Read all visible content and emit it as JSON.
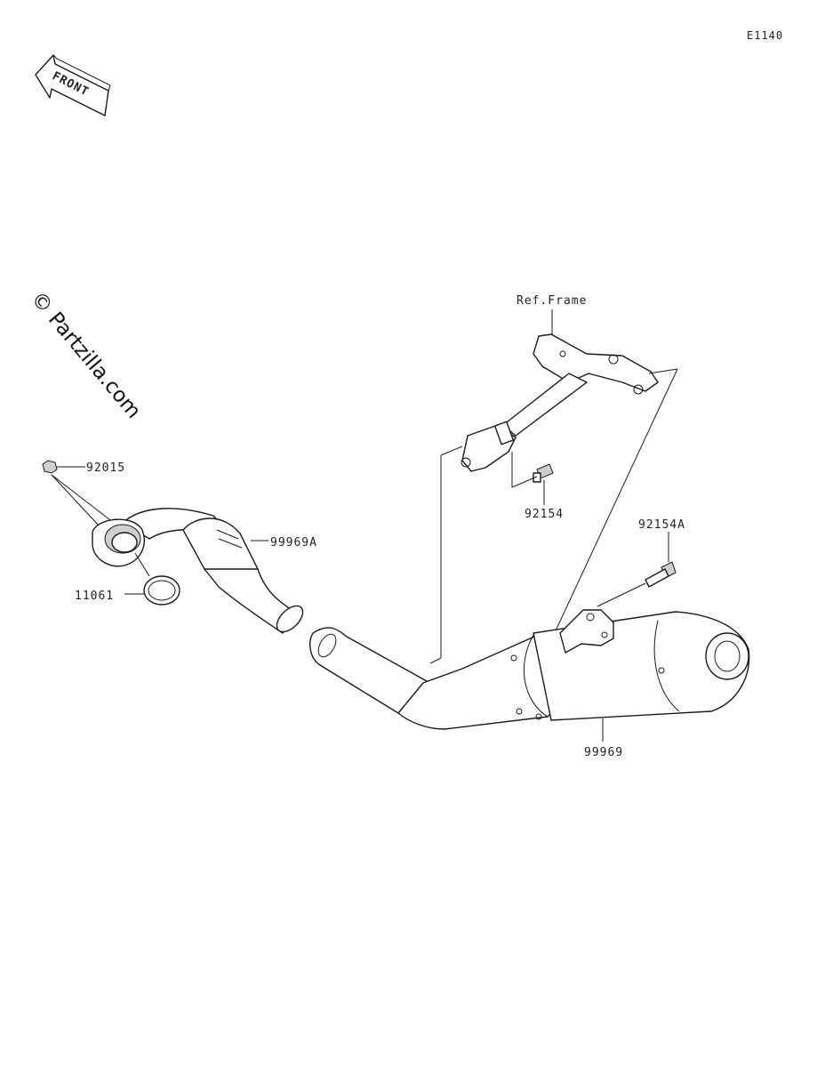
{
  "diagram": {
    "code": "E1140",
    "front_label": "FRONT",
    "watermark": "© Partzilla.com",
    "ref_label": "Ref.Frame",
    "callouts": {
      "c92015": "92015",
      "c11061": "11061",
      "c99969A": "99969A",
      "c92154": "92154",
      "c92154A": "92154A",
      "c99969": "99969"
    }
  }
}
